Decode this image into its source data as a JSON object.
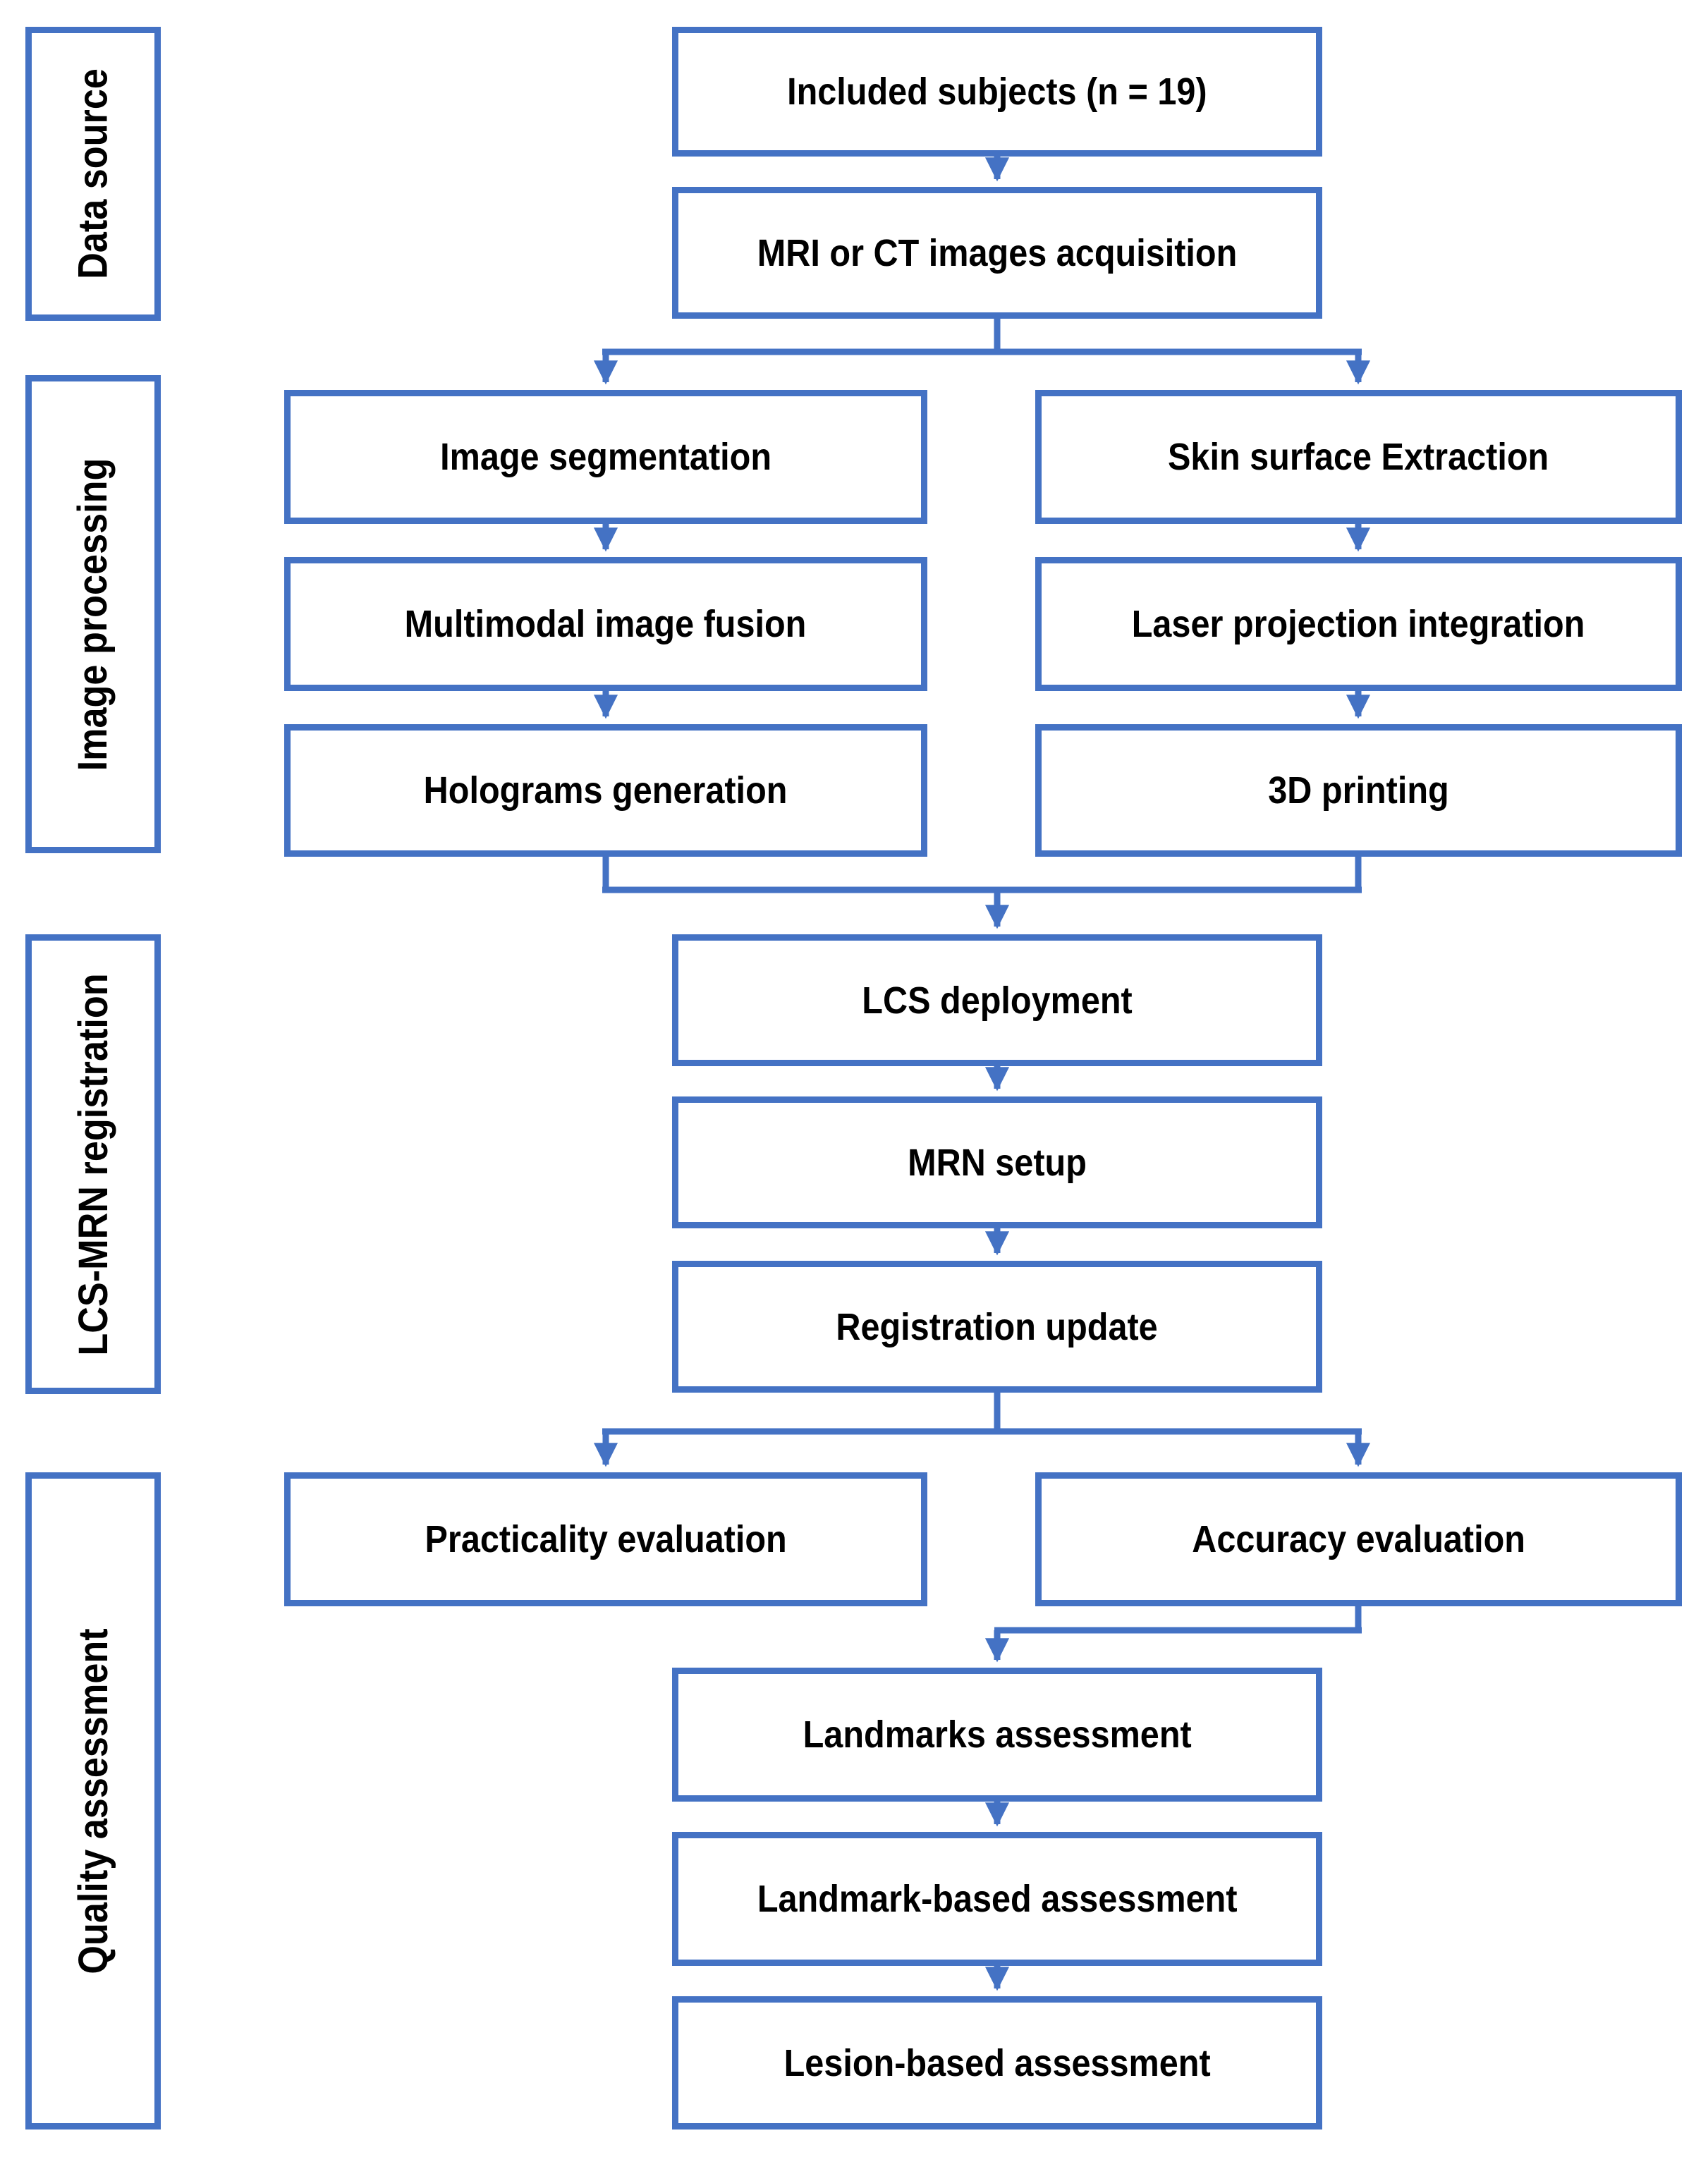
{
  "colors": {
    "accent": "#4472C4",
    "text": "#000000",
    "background": "#FFFFFF"
  },
  "stages": [
    {
      "label": "Data source",
      "nodes": [
        "Included subjects (n = 19)",
        "MRI or CT images acquisition"
      ]
    },
    {
      "label": "Image processing",
      "left_column": [
        "Image segmentation",
        "Multimodal image fusion",
        "Holograms generation"
      ],
      "right_column": [
        "Skin surface Extraction",
        "Laser projection integration",
        "3D printing"
      ]
    },
    {
      "label": "LCS-MRN registration",
      "nodes": [
        "LCS deployment",
        "MRN setup",
        "Registration update"
      ]
    },
    {
      "label": "Quality assessment",
      "branch": [
        "Practicality evaluation",
        "Accuracy evaluation"
      ],
      "nodes": [
        "Landmarks assessment",
        "Landmark-based assessment",
        "Lesion-based assessment"
      ]
    }
  ],
  "edges": [
    {
      "from": "Included subjects (n = 19)",
      "to": "MRI or CT images acquisition"
    },
    {
      "from": "MRI or CT images acquisition",
      "to": "Image segmentation"
    },
    {
      "from": "MRI or CT images acquisition",
      "to": "Skin surface Extraction"
    },
    {
      "from": "Image segmentation",
      "to": "Multimodal image fusion"
    },
    {
      "from": "Multimodal image fusion",
      "to": "Holograms generation"
    },
    {
      "from": "Skin surface Extraction",
      "to": "Laser projection integration"
    },
    {
      "from": "Laser projection integration",
      "to": "3D printing"
    },
    {
      "from": "Holograms generation",
      "to": "LCS deployment"
    },
    {
      "from": "3D printing",
      "to": "LCS deployment"
    },
    {
      "from": "LCS deployment",
      "to": "MRN setup"
    },
    {
      "from": "MRN setup",
      "to": "Registration update"
    },
    {
      "from": "Registration update",
      "to": "Practicality evaluation"
    },
    {
      "from": "Registration update",
      "to": "Accuracy evaluation"
    },
    {
      "from": "Accuracy evaluation",
      "to": "Landmarks assessment"
    },
    {
      "from": "Landmarks assessment",
      "to": "Landmark-based assessment"
    },
    {
      "from": "Landmark-based assessment",
      "to": "Lesion-based assessment"
    }
  ]
}
